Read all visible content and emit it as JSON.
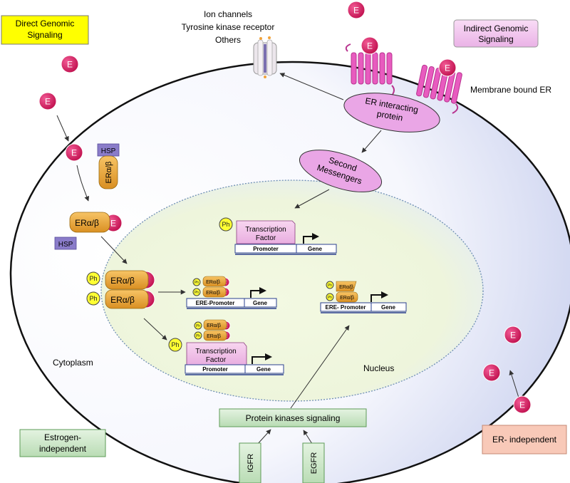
{
  "boxes": {
    "direct_genomic": [
      "Direct Genomic",
      "Signaling"
    ],
    "indirect_genomic": [
      "Indirect Genomic",
      "Signaling"
    ],
    "estrogen_independent": [
      "Estrogen-",
      "independent"
    ],
    "er_independent": "ER- independent",
    "protein_kinases": "Protein kinases signaling"
  },
  "membrane": {
    "channel_labels": [
      "Ion channels",
      "Tyrosine kinase receptor",
      "Others"
    ],
    "membrane_bound_er": "Membrane bound ER",
    "er_interacting_protein": [
      "ER interacting",
      "protein"
    ],
    "second_messengers": [
      "Second",
      "Messengers"
    ]
  },
  "regions": {
    "cytoplasm": "Cytoplasm",
    "nucleus": "Nucleus"
  },
  "molecules": {
    "estrogen": "E",
    "phospho": "Ph",
    "hsp": "HSP",
    "er_alpha_beta": "ERα/β"
  },
  "promoters": {
    "promoter": "Promoter",
    "ere_promoter": "ERE- Promoter",
    "ere_promoter_alt": "ERE-Promoter",
    "gene": "Gene"
  },
  "transcription_factor": [
    "Transcription",
    "Factor"
  ],
  "receptors": {
    "igfr": "IGFR",
    "egfr": "EGFR"
  },
  "colors": {
    "estrogen": "#d4145a",
    "er_gold": "#e8a33a",
    "yellow_box": "#ffff00",
    "pink_box": "#f2c4ee",
    "pink_ellipse": "#eaa6e6",
    "green_box": "#cfe8cc",
    "salmon_box": "#f8c9b8",
    "hsp": "#8a7cc9",
    "membrane_receptor": "#e85bbf"
  }
}
